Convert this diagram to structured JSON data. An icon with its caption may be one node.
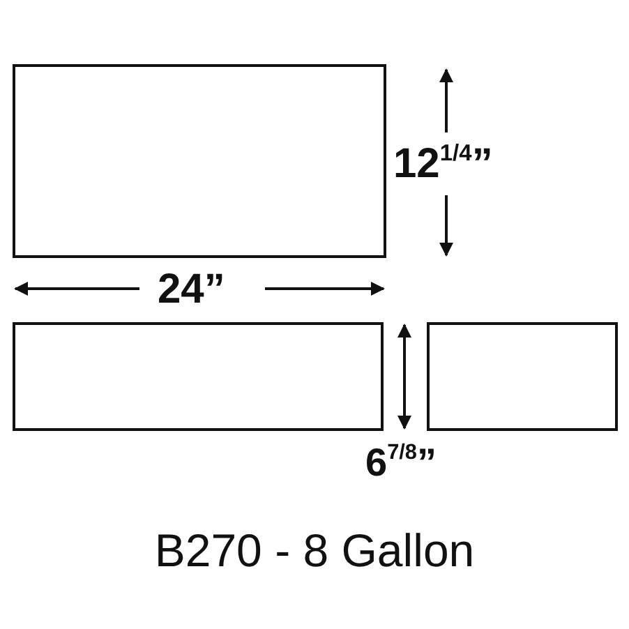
{
  "diagram": {
    "title": "B270 - 8 Gallon",
    "nodes": [
      {
        "text": [],
        "shape": "box"
      },
      {
        "text": [],
        "shape": "box"
      },
      {
        "text": [],
        "shape": "box"
      }
    ],
    "labels": [
      "12$^{1/4}$”",
      "24”",
      "6$^{7/8}$”"
    ]
  }
}
